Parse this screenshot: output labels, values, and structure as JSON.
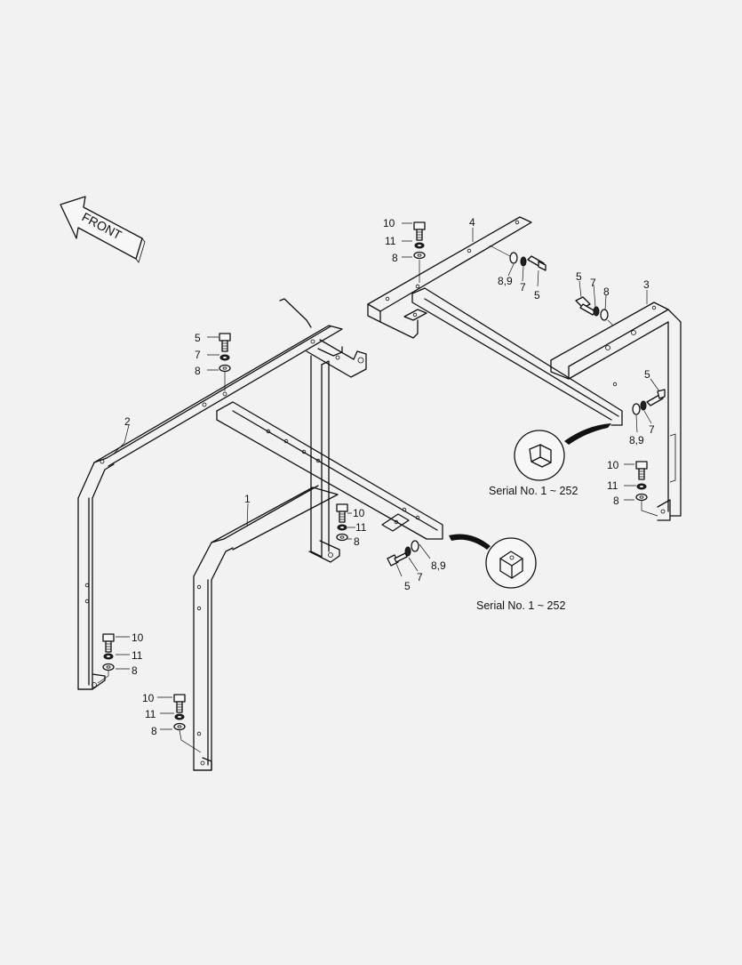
{
  "front_label": "FRONT",
  "callouts": {
    "c1": "1",
    "c2": "2",
    "c3": "3",
    "c4": "4",
    "c10_a": "10",
    "c11_a": "11",
    "c8_a": "8",
    "c89_a": "8,9",
    "c7_a": "7",
    "c5_a": "5",
    "c5_b": "5",
    "c7_b": "7",
    "c8_b": "8",
    "c5_c": "5",
    "c89_c": "8,9",
    "c7_c": "7",
    "c10_d": "10",
    "c11_d": "11",
    "c8_d": "8",
    "c5_e": "5",
    "c7_e": "7",
    "c8_e": "8",
    "c10_f": "10",
    "c11_f": "11",
    "c8_f": "8",
    "c89_g": "8,9",
    "c7_g": "7",
    "c5_g": "5",
    "c10_h": "10",
    "c11_h": "11",
    "c8_h": "8",
    "c10_i": "10",
    "c11_i": "11",
    "c8_i": "8"
  },
  "serial_notes": {
    "right_note": "Serial No. 1 ~ 252",
    "center_note": "Serial No. 1 ~ 252"
  }
}
